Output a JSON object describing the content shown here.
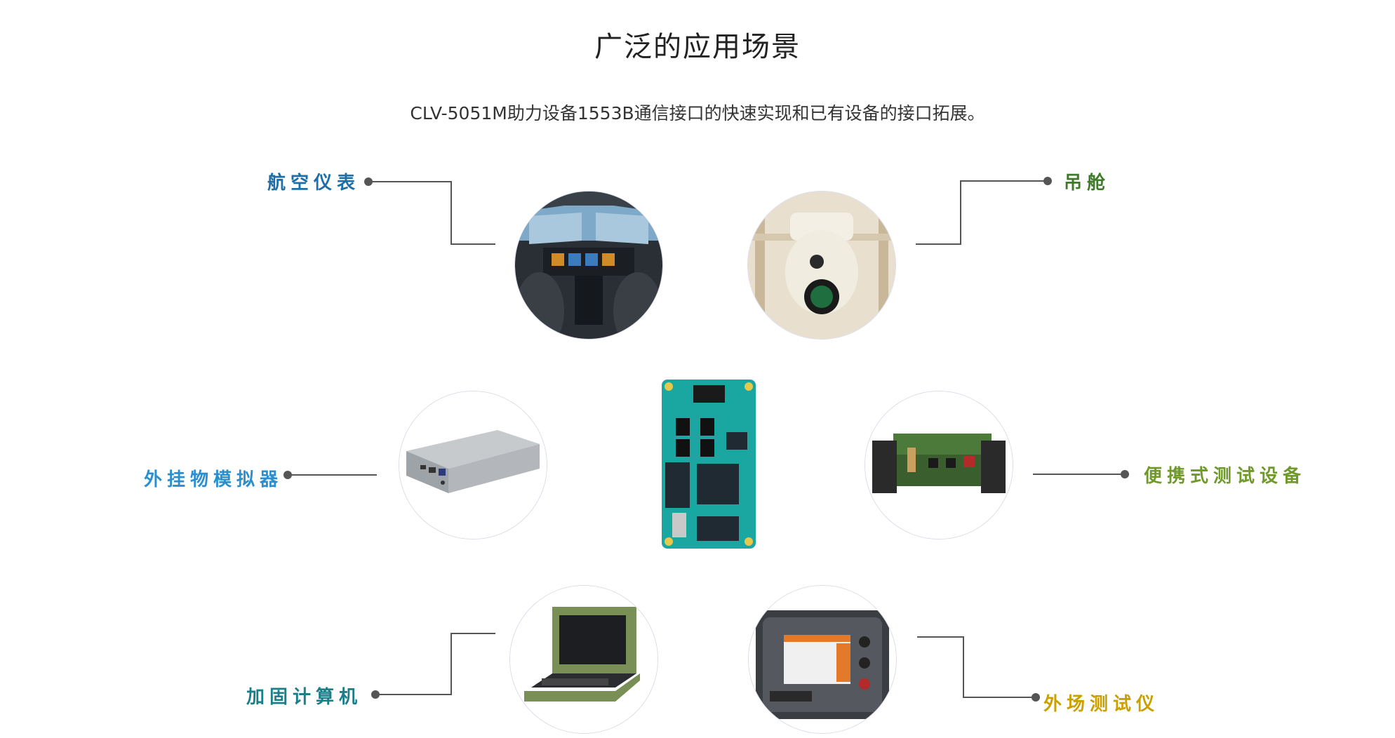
{
  "heading": {
    "title": "广泛的应用场景",
    "subtitle": "CLV-5051M助力设备1553B通信接口的快速实现和已有设备的接口拓展。"
  },
  "scenarios": [
    {
      "label": "航空仪表",
      "color": "#1e6fa8",
      "image": "aircraft-cockpit"
    },
    {
      "label": "吊舱",
      "color": "#3f7a2a",
      "image": "gimbal-pod"
    },
    {
      "label": "外挂物模拟器",
      "color": "#2b8fcf",
      "image": "mini-pc-box"
    },
    {
      "label": "便携式测试设备",
      "color": "#6f9a2a",
      "image": "test-circuit-board"
    },
    {
      "label": "加固计算机",
      "color": "#1b7f8a",
      "image": "rugged-laptop"
    },
    {
      "label": "外场测试仪",
      "color": "#c9a000",
      "image": "field-tester-case"
    }
  ],
  "center": {
    "image": "clv-5051m-module"
  },
  "connector_color": "#555555"
}
